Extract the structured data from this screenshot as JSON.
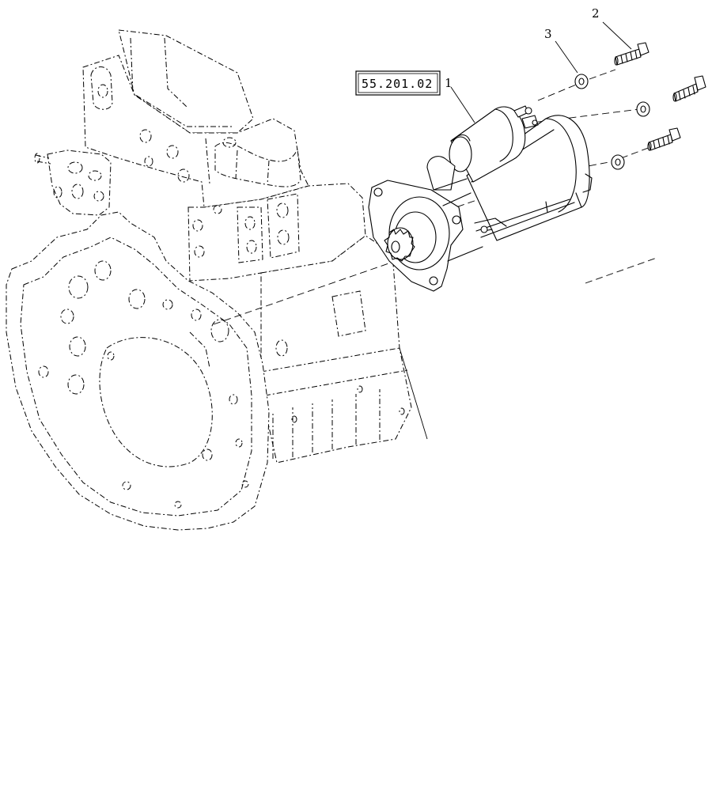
{
  "callouts": {
    "item1": "1",
    "item2": "2",
    "item3": "3"
  },
  "reference_box": {
    "label": "55.201.02"
  }
}
